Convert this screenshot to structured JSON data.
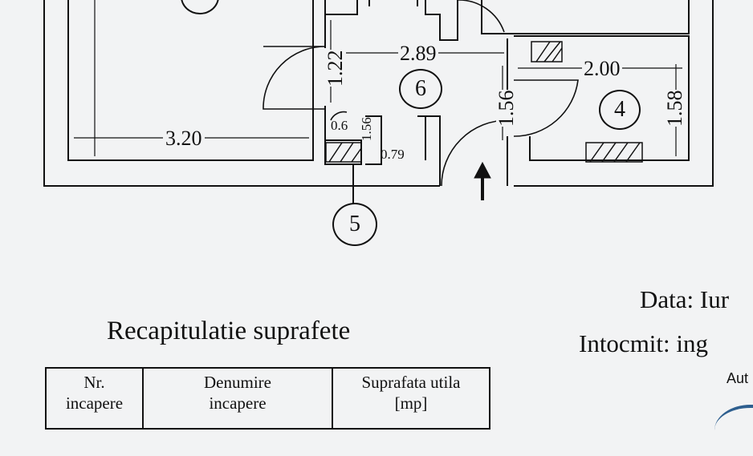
{
  "plan": {
    "dimensions": {
      "d320": "3.20",
      "d289": "2.89",
      "d122": "1.22",
      "d156": "1.56",
      "d200": "2.00",
      "d158": "1.58",
      "d06": "0.6",
      "d156b": "1.56",
      "d079": "0.79"
    },
    "rooms": {
      "room4": "4",
      "room5": "5",
      "room6": "6"
    },
    "entrance_arrow_icon": "arrow-up-icon"
  },
  "summary": {
    "title": "Recapitulatie suprafete",
    "headers": {
      "nr": "Nr.\nincapere",
      "denumire": "Denumire\nincapere",
      "suprafata": "Suprafata utila\n[mp]"
    }
  },
  "info": {
    "data_line": "Data: Iur",
    "intocmit_line": "Intocmit: ing",
    "aut_line": "Aut"
  }
}
